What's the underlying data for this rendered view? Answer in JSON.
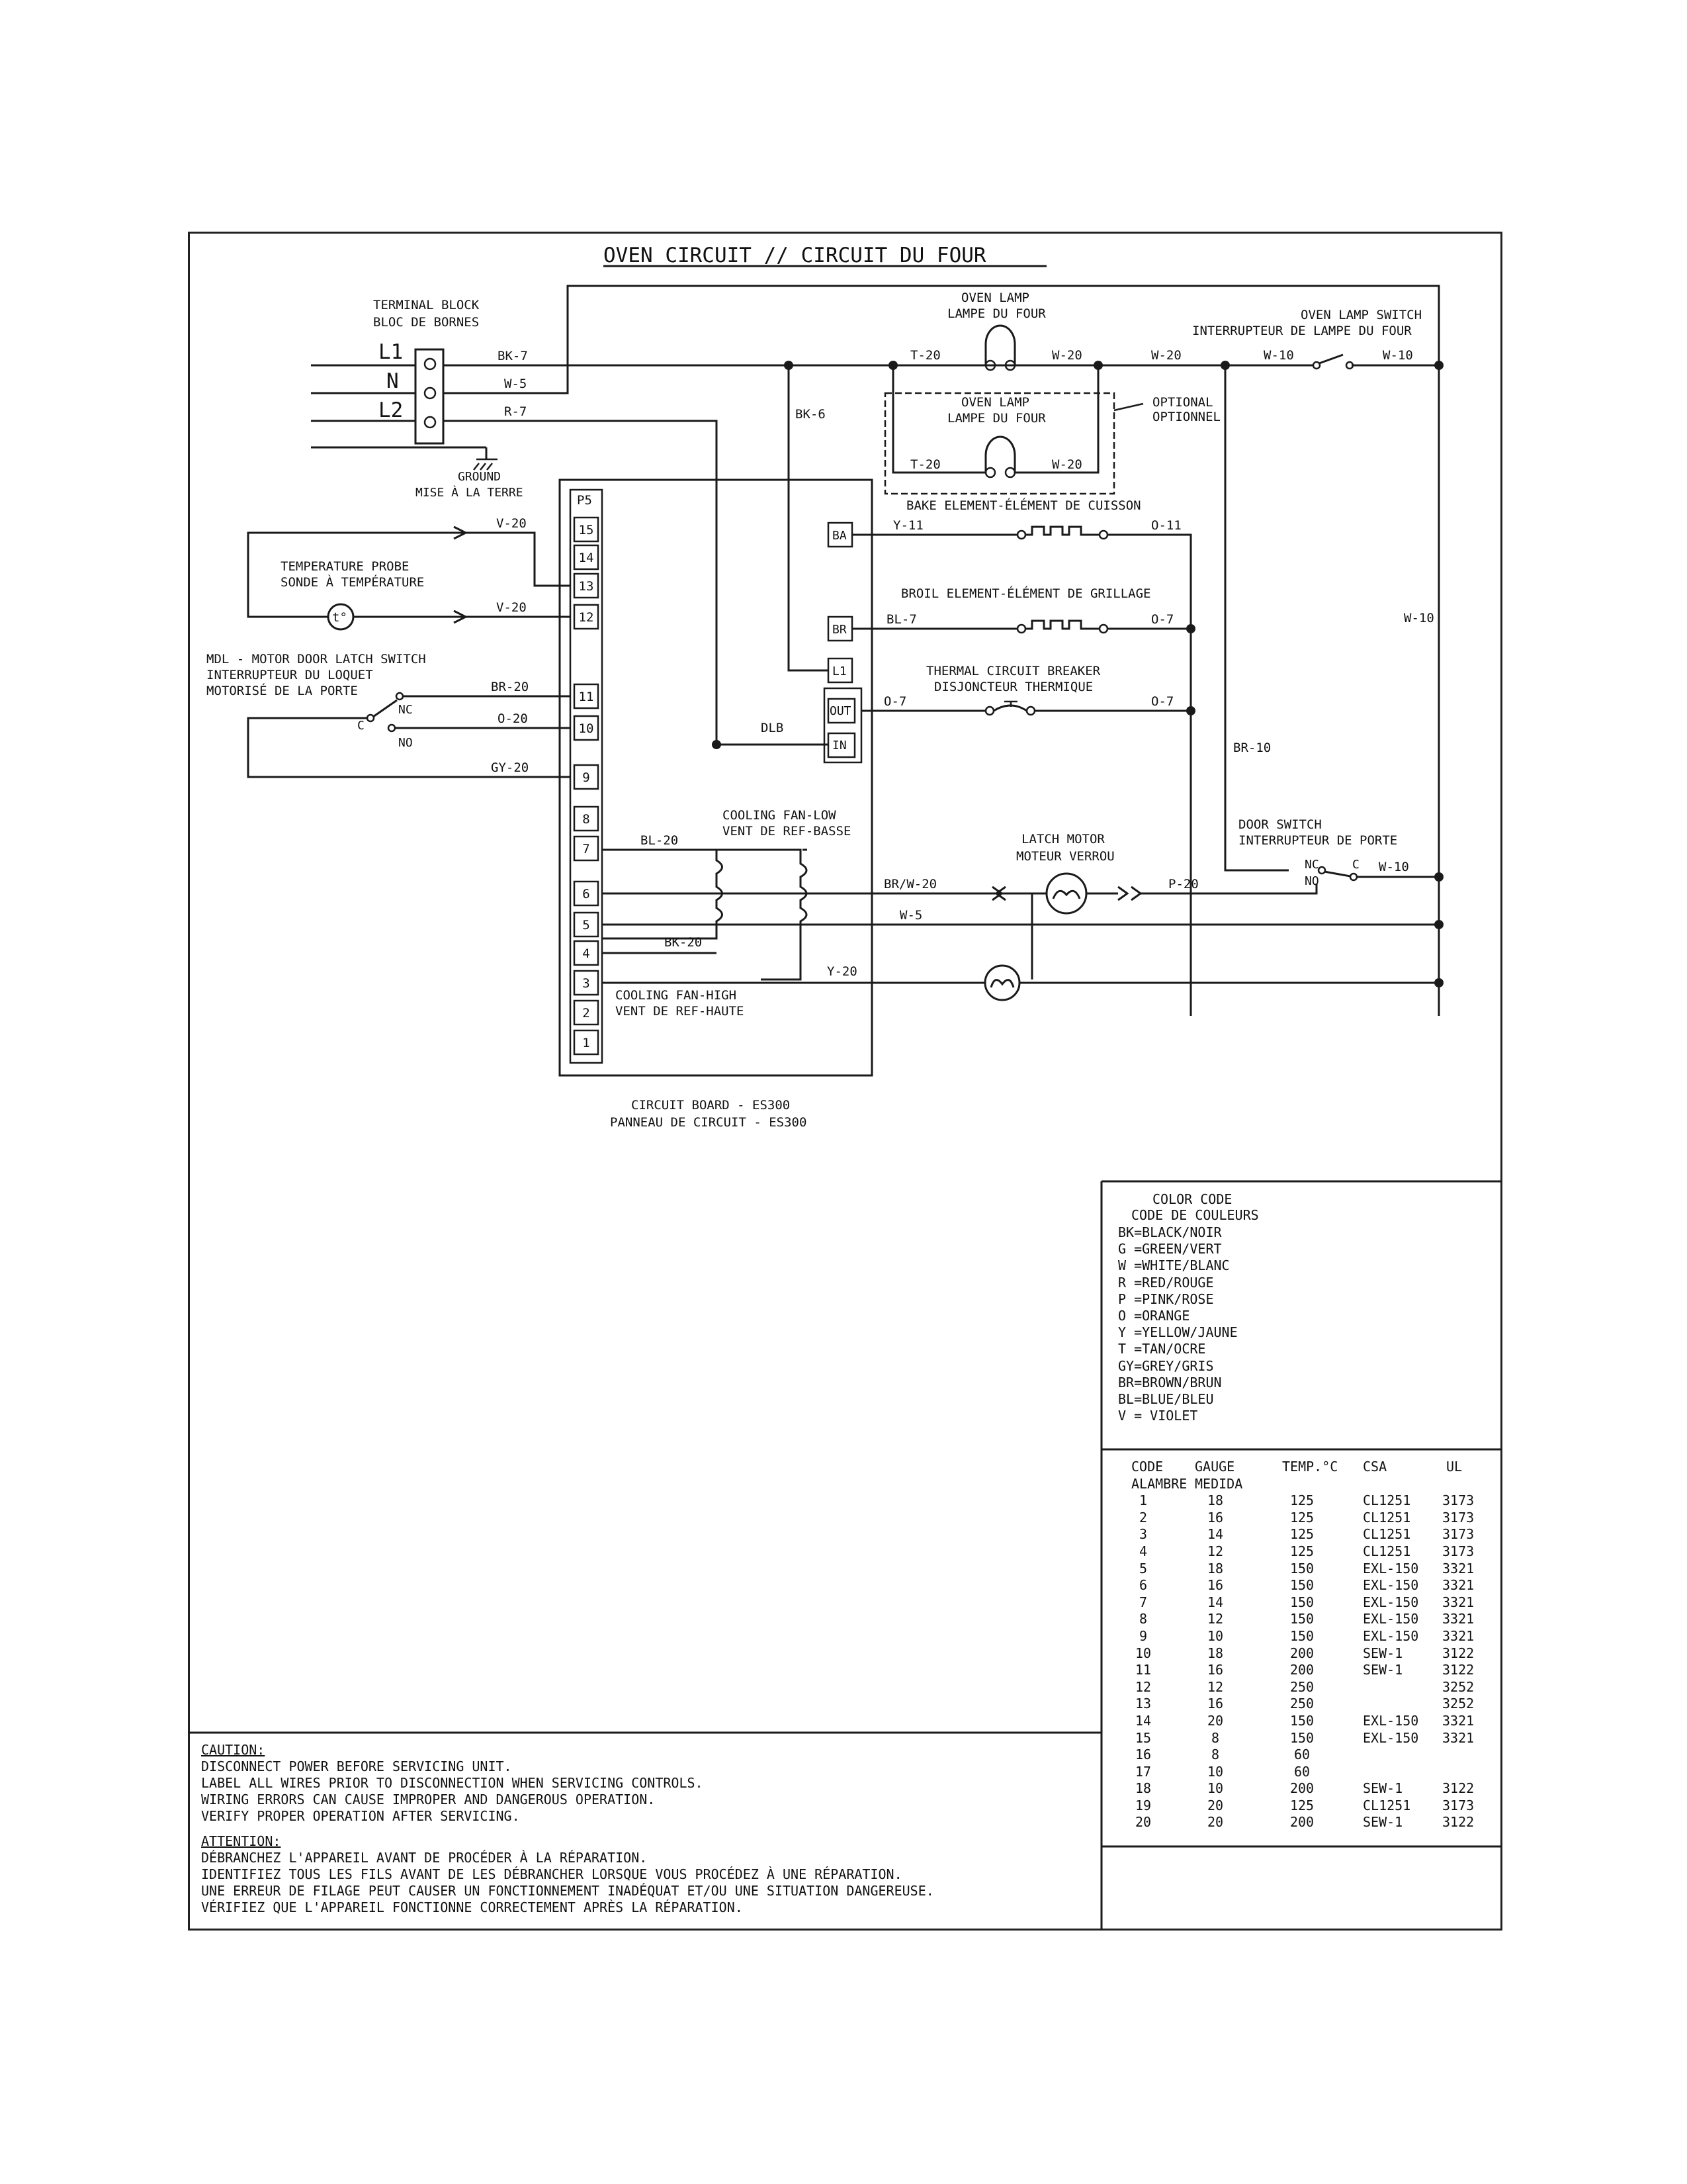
{
  "title": "OVEN CIRCUIT // CIRCUIT DU FOUR",
  "terminal_block": {
    "label_en": "TERMINAL BLOCK",
    "label_fr": "BLOC DE BORNES",
    "terminals": [
      "L1",
      "N",
      "L2"
    ]
  },
  "ground": {
    "label_en": "GROUND",
    "label_fr": "MISE À LA TERRE"
  },
  "oven_lamp": {
    "label_en": "OVEN LAMP",
    "label_fr": "LAMPE DU FOUR"
  },
  "optional": {
    "label_en": "OPTIONAL",
    "label_fr": "OPTIONNEL"
  },
  "oven_lamp_switch": {
    "label_en": "OVEN LAMP SWITCH",
    "label_fr": "INTERRUPTEUR DE LAMPE DU FOUR"
  },
  "bake_element": "BAKE ELEMENT-ÉLÉMENT DE CUISSON",
  "broil_element": "BROIL ELEMENT-ÉLÉMENT DE GRILLAGE",
  "thermal_breaker": {
    "label_en": "THERMAL CIRCUIT BREAKER",
    "label_fr": "DISJONCTEUR THERMIQUE"
  },
  "temperature_probe": {
    "label_en": "TEMPERATURE PROBE",
    "label_fr": "SONDE À TEMPÉRATURE",
    "symbol": "t°"
  },
  "mdl_switch": {
    "line1": "MDL - MOTOR DOOR LATCH SWITCH",
    "line2": "INTERRUPTEUR DU LOQUET",
    "line3": "MOTORISÉ DE LA PORTE",
    "nc": "NC",
    "c": "C",
    "no": "NO"
  },
  "cooling_fan_low": {
    "label_en": "COOLING FAN-LOW",
    "label_fr": "VENT DE REF-BASSE"
  },
  "cooling_fan_high": {
    "label_en": "COOLING FAN-HIGH",
    "label_fr": "VENT DE REF-HAUTE"
  },
  "latch_motor": {
    "label_en": "LATCH MOTOR",
    "label_fr": "MOTEUR VERROU"
  },
  "door_switch": {
    "label_en": "DOOR SWITCH",
    "label_fr": "INTERRUPTEUR DE PORTE",
    "nc": "NC",
    "c": "C",
    "no": "NO"
  },
  "circuit_board": {
    "label_en": "CIRCUIT BOARD - ES300",
    "label_fr": "PANNEAU DE CIRCUIT - ES300",
    "connector": "P5",
    "pins": [
      "15",
      "14",
      "13",
      "12",
      "11",
      "10",
      "9",
      "8",
      "7",
      "6",
      "5",
      "4",
      "3",
      "2",
      "1"
    ],
    "relay_terminals": [
      "BA",
      "BR",
      "L1",
      "OUT",
      "IN"
    ]
  },
  "wires": {
    "bk7": "BK-7",
    "w5": "W-5",
    "r7": "R-7",
    "bk6": "BK-6",
    "t20": "T-20",
    "w20": "W-20",
    "w10": "W-10",
    "y11": "Y-11",
    "o11": "O-11",
    "bl7": "BL-7",
    "o7": "O-7",
    "v20": "V-20",
    "br20": "BR-20",
    "o20": "O-20",
    "gy20": "GY-20",
    "dlb": "DLB",
    "bl20": "BL-20",
    "brw20": "BR/W-20",
    "p20": "P-20",
    "bk20": "BK-20",
    "y20": "Y-20",
    "br10": "BR-10"
  },
  "color_code": {
    "title_en": "COLOR CODE",
    "title_fr": "CODE DE COULEURS",
    "entries": [
      "BK=BLACK/NOIR",
      "G =GREEN/VERT",
      "W =WHITE/BLANC",
      "R =RED/ROUGE",
      "P =PINK/ROSE",
      "O =ORANGE",
      "Y =YELLOW/JAUNE",
      "T =TAN/OCRE",
      "GY=GREY/GRIS",
      "BR=BROWN/BRUN",
      "BL=BLUE/BLEU",
      "V = VIOLET"
    ]
  },
  "gauge_table": {
    "headers": [
      "CODE",
      "GAUGE",
      "TEMP.°C",
      "CSA",
      "UL"
    ],
    "subheaders": [
      "ALAMBRE",
      "MEDIDA"
    ],
    "rows": [
      [
        "1",
        "18",
        "125",
        "CL1251",
        "3173"
      ],
      [
        "2",
        "16",
        "125",
        "CL1251",
        "3173"
      ],
      [
        "3",
        "14",
        "125",
        "CL1251",
        "3173"
      ],
      [
        "4",
        "12",
        "125",
        "CL1251",
        "3173"
      ],
      [
        "5",
        "18",
        "150",
        "EXL-150",
        "3321"
      ],
      [
        "6",
        "16",
        "150",
        "EXL-150",
        "3321"
      ],
      [
        "7",
        "14",
        "150",
        "EXL-150",
        "3321"
      ],
      [
        "8",
        "12",
        "150",
        "EXL-150",
        "3321"
      ],
      [
        "9",
        "10",
        "150",
        "EXL-150",
        "3321"
      ],
      [
        "10",
        "18",
        "200",
        "SEW-1",
        "3122"
      ],
      [
        "11",
        "16",
        "200",
        "SEW-1",
        "3122"
      ],
      [
        "12",
        "12",
        "250",
        "",
        "3252"
      ],
      [
        "13",
        "16",
        "250",
        "",
        "3252"
      ],
      [
        "14",
        "20",
        "150",
        "EXL-150",
        "3321"
      ],
      [
        "15",
        "8",
        "150",
        "EXL-150",
        "3321"
      ],
      [
        "16",
        "8",
        "60",
        "",
        ""
      ],
      [
        "17",
        "10",
        "60",
        "",
        ""
      ],
      [
        "18",
        "10",
        "200",
        "SEW-1",
        "3122"
      ],
      [
        "19",
        "20",
        "125",
        "CL1251",
        "3173"
      ],
      [
        "20",
        "20",
        "200",
        "SEW-1",
        "3122"
      ]
    ]
  },
  "caution": {
    "title": "CAUTION:",
    "lines": [
      "DISCONNECT POWER BEFORE SERVICING UNIT.",
      "LABEL ALL WIRES PRIOR TO DISCONNECTION WHEN SERVICING CONTROLS.",
      "WIRING ERRORS CAN CAUSE IMPROPER AND DANGEROUS OPERATION.",
      "VERIFY PROPER OPERATION AFTER SERVICING."
    ]
  },
  "attention": {
    "title": "ATTENTION:",
    "lines": [
      "DÉBRANCHEZ L'APPAREIL AVANT DE PROCÉDER À LA RÉPARATION.",
      "IDENTIFIEZ TOUS LES FILS AVANT DE LES DÉBRANCHER LORSQUE VOUS PROCÉDEZ À UNE RÉPARATION.",
      "UNE ERREUR DE FILAGE PEUT CAUSER UN FONCTIONNEMENT INADÉQUAT ET/OU UNE SITUATION DANGEREUSE.",
      "VÉRIFIEZ QUE L'APPAREIL FONCTIONNE CORRECTEMENT APRÈS LA RÉPARATION."
    ]
  }
}
